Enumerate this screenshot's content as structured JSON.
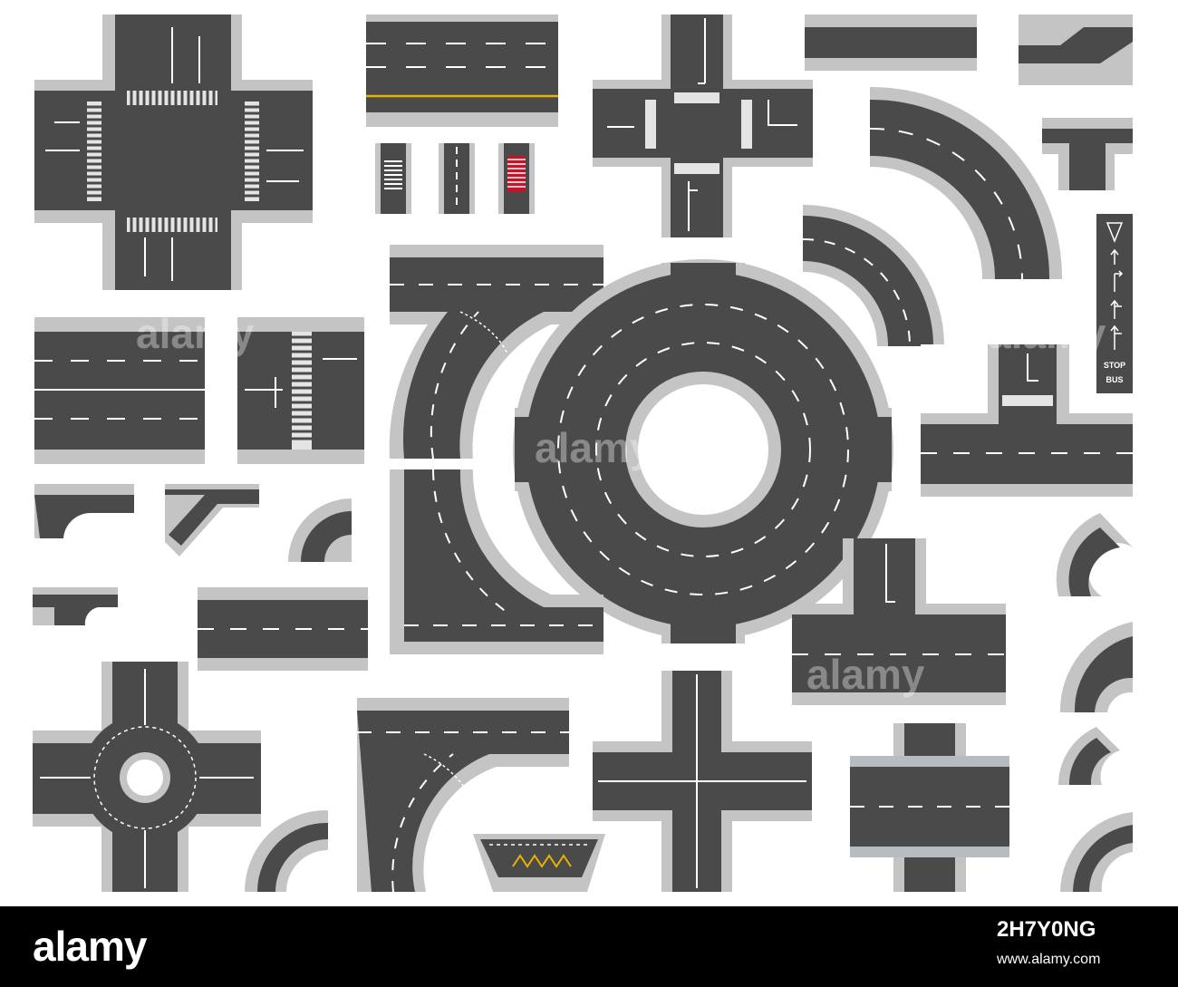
{
  "watermark": {
    "text": "alamy"
  },
  "bus_sign": {
    "stop": "STOP",
    "bus": "BUS"
  },
  "colors": {
    "asphalt": "#4a4a4a",
    "curb": "#c2c2c2",
    "curb_dark": "#9a9a9a",
    "marking": "#ffffff",
    "yellow": "#e8b400",
    "red": "#c0152a",
    "footer": "#000000"
  },
  "footer": {
    "logo": "alamy",
    "image_id": "2H7Y0NG",
    "url": "www.alamy.com"
  }
}
